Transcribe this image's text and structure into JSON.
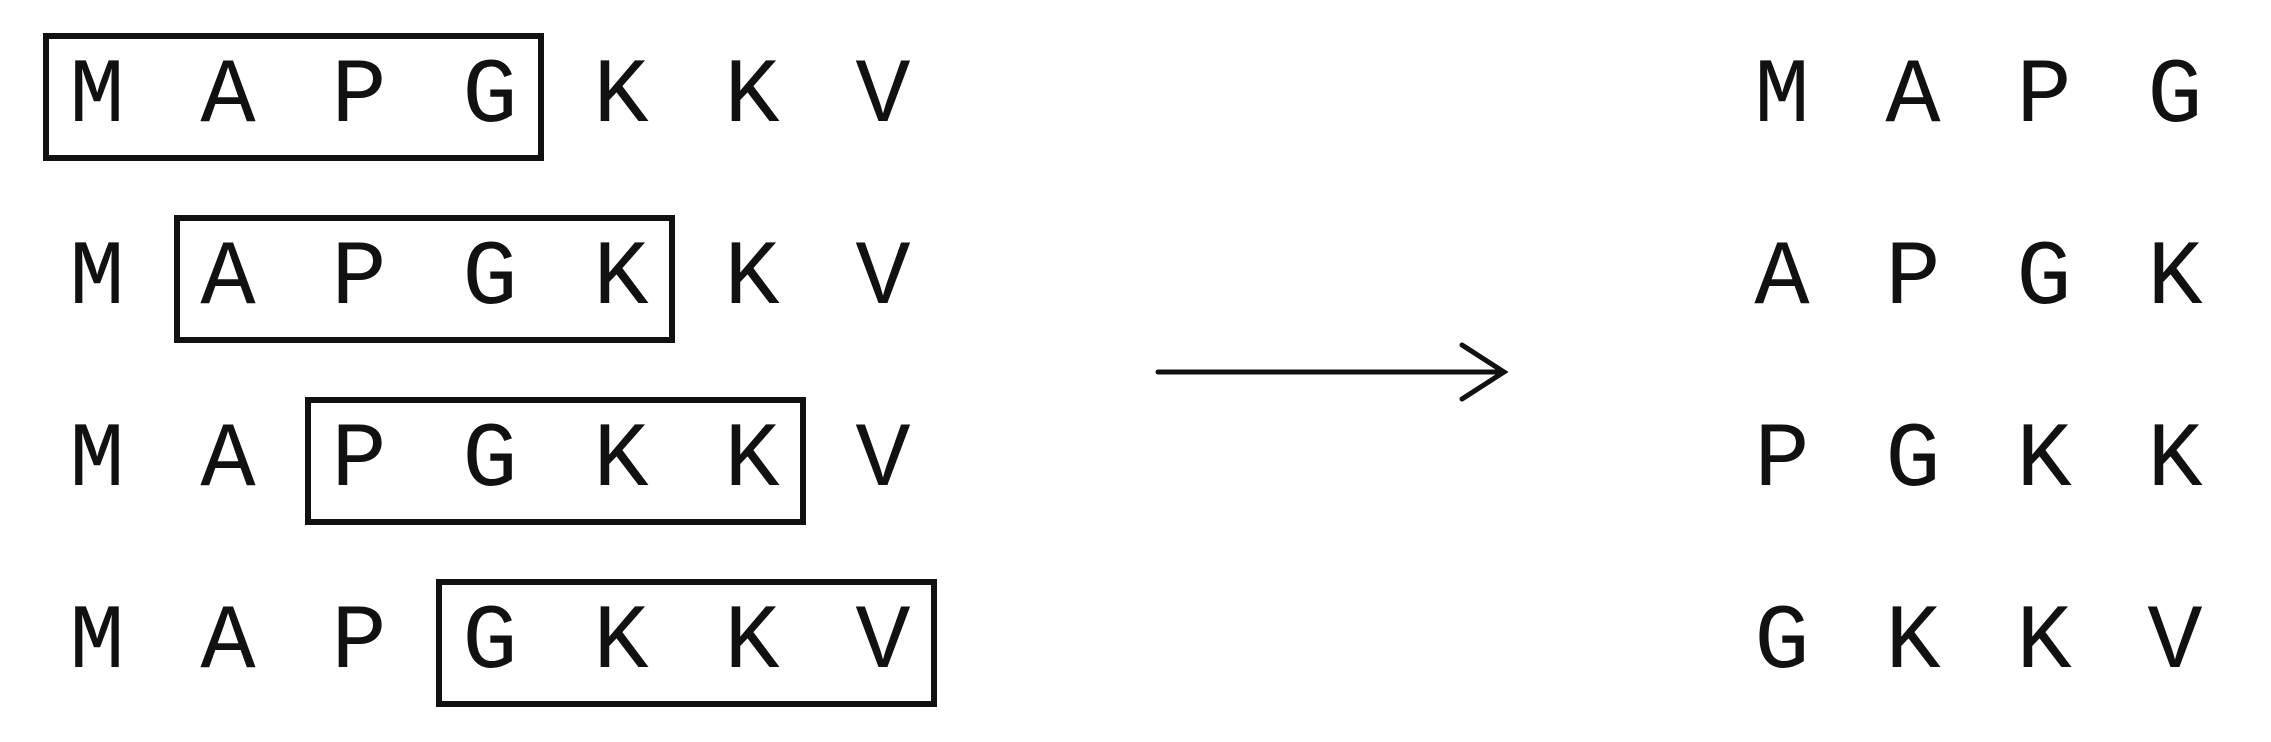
{
  "sequence": [
    "M",
    "A",
    "P",
    "G",
    "K",
    "K",
    "V"
  ],
  "window_size": 4,
  "window_starts": [
    0,
    1,
    2,
    3
  ],
  "windows": [
    [
      "M",
      "A",
      "P",
      "G"
    ],
    [
      "A",
      "P",
      "G",
      "K"
    ],
    [
      "P",
      "G",
      "K",
      "K"
    ],
    [
      "G",
      "K",
      "K",
      "V"
    ]
  ],
  "colors": {
    "ink": "#111111",
    "background": "#ffffff"
  },
  "icons": {
    "arrow": "right-arrow-icon"
  }
}
